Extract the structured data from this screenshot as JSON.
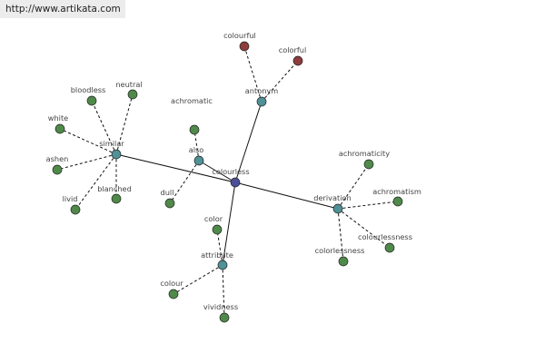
{
  "url_banner": "http://www.artikata.com",
  "colors": {
    "center_node": "#4b4f9a",
    "category_node": "#4f9196",
    "leaf_node": "#4f8a4a",
    "antonym_leaf_node": "#8f3c3c",
    "node_stroke": "#222222",
    "edge": "#111111"
  },
  "graph": {
    "center": {
      "id": "colourless",
      "label": "colourless"
    },
    "categories": [
      {
        "id": "similar",
        "label": "similar",
        "leaves": [
          "bloodless",
          "neutral",
          "white",
          "ashen",
          "livid",
          "blanched"
        ]
      },
      {
        "id": "also",
        "label": "also",
        "leaves": [
          "achromatic",
          "dull"
        ]
      },
      {
        "id": "antonym",
        "label": "antonym",
        "leaves": [
          "colourful",
          "colorful"
        ]
      },
      {
        "id": "derivation",
        "label": "derivation",
        "leaves": [
          "achromaticity",
          "achromatism",
          "colorlessness",
          "colourlessness"
        ]
      },
      {
        "id": "attribute",
        "label": "attribute",
        "leaves": [
          "color",
          "colour",
          "vividness"
        ]
      }
    ]
  }
}
